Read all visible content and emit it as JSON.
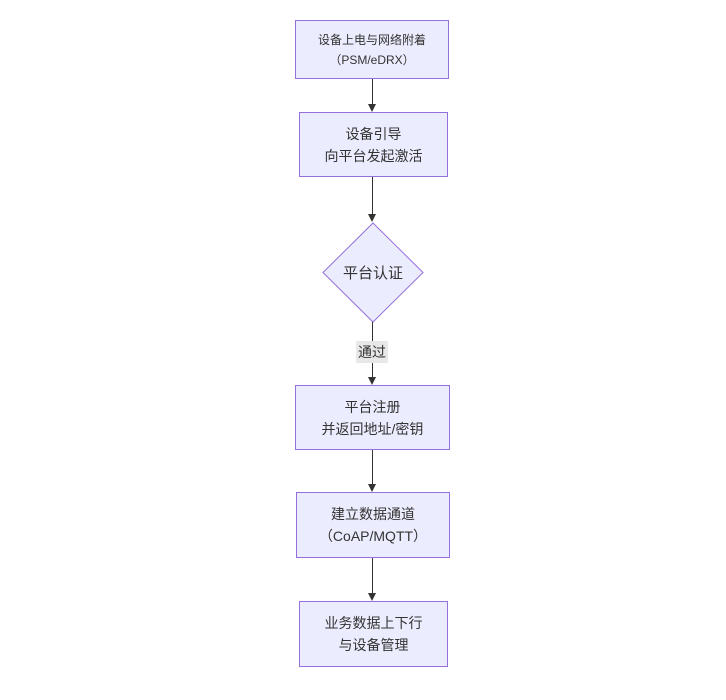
{
  "diagram": {
    "type": "flowchart",
    "direction": "top-down",
    "nodes": [
      {
        "id": "A",
        "shape": "rect",
        "line1": "设备上电与网络附着",
        "line2": "（PSM/eDRX）"
      },
      {
        "id": "B",
        "shape": "rect",
        "line1": "设备引导",
        "line2": "向平台发起激活"
      },
      {
        "id": "C",
        "shape": "diamond",
        "line1": "平台认证",
        "line2": ""
      },
      {
        "id": "D",
        "shape": "rect",
        "line1": "平台注册",
        "line2": "并返回地址/密钥"
      },
      {
        "id": "E",
        "shape": "rect",
        "line1": "建立数据通道",
        "line2": "（CoAP/MQTT）"
      },
      {
        "id": "F",
        "shape": "rect",
        "line1": "业务数据上下行",
        "line2": "与设备管理"
      }
    ],
    "edges": [
      {
        "from": "A",
        "to": "B",
        "label": ""
      },
      {
        "from": "B",
        "to": "C",
        "label": ""
      },
      {
        "from": "C",
        "to": "D",
        "label": "通过"
      },
      {
        "from": "D",
        "to": "E",
        "label": ""
      },
      {
        "from": "E",
        "to": "F",
        "label": ""
      }
    ],
    "colors": {
      "background": "#ffffff",
      "node_fill": "#ECECFF",
      "node_border": "#9370DB",
      "edge": "#333333",
      "text": "#333333",
      "edge_label_bg": "#e8e8e8"
    }
  }
}
